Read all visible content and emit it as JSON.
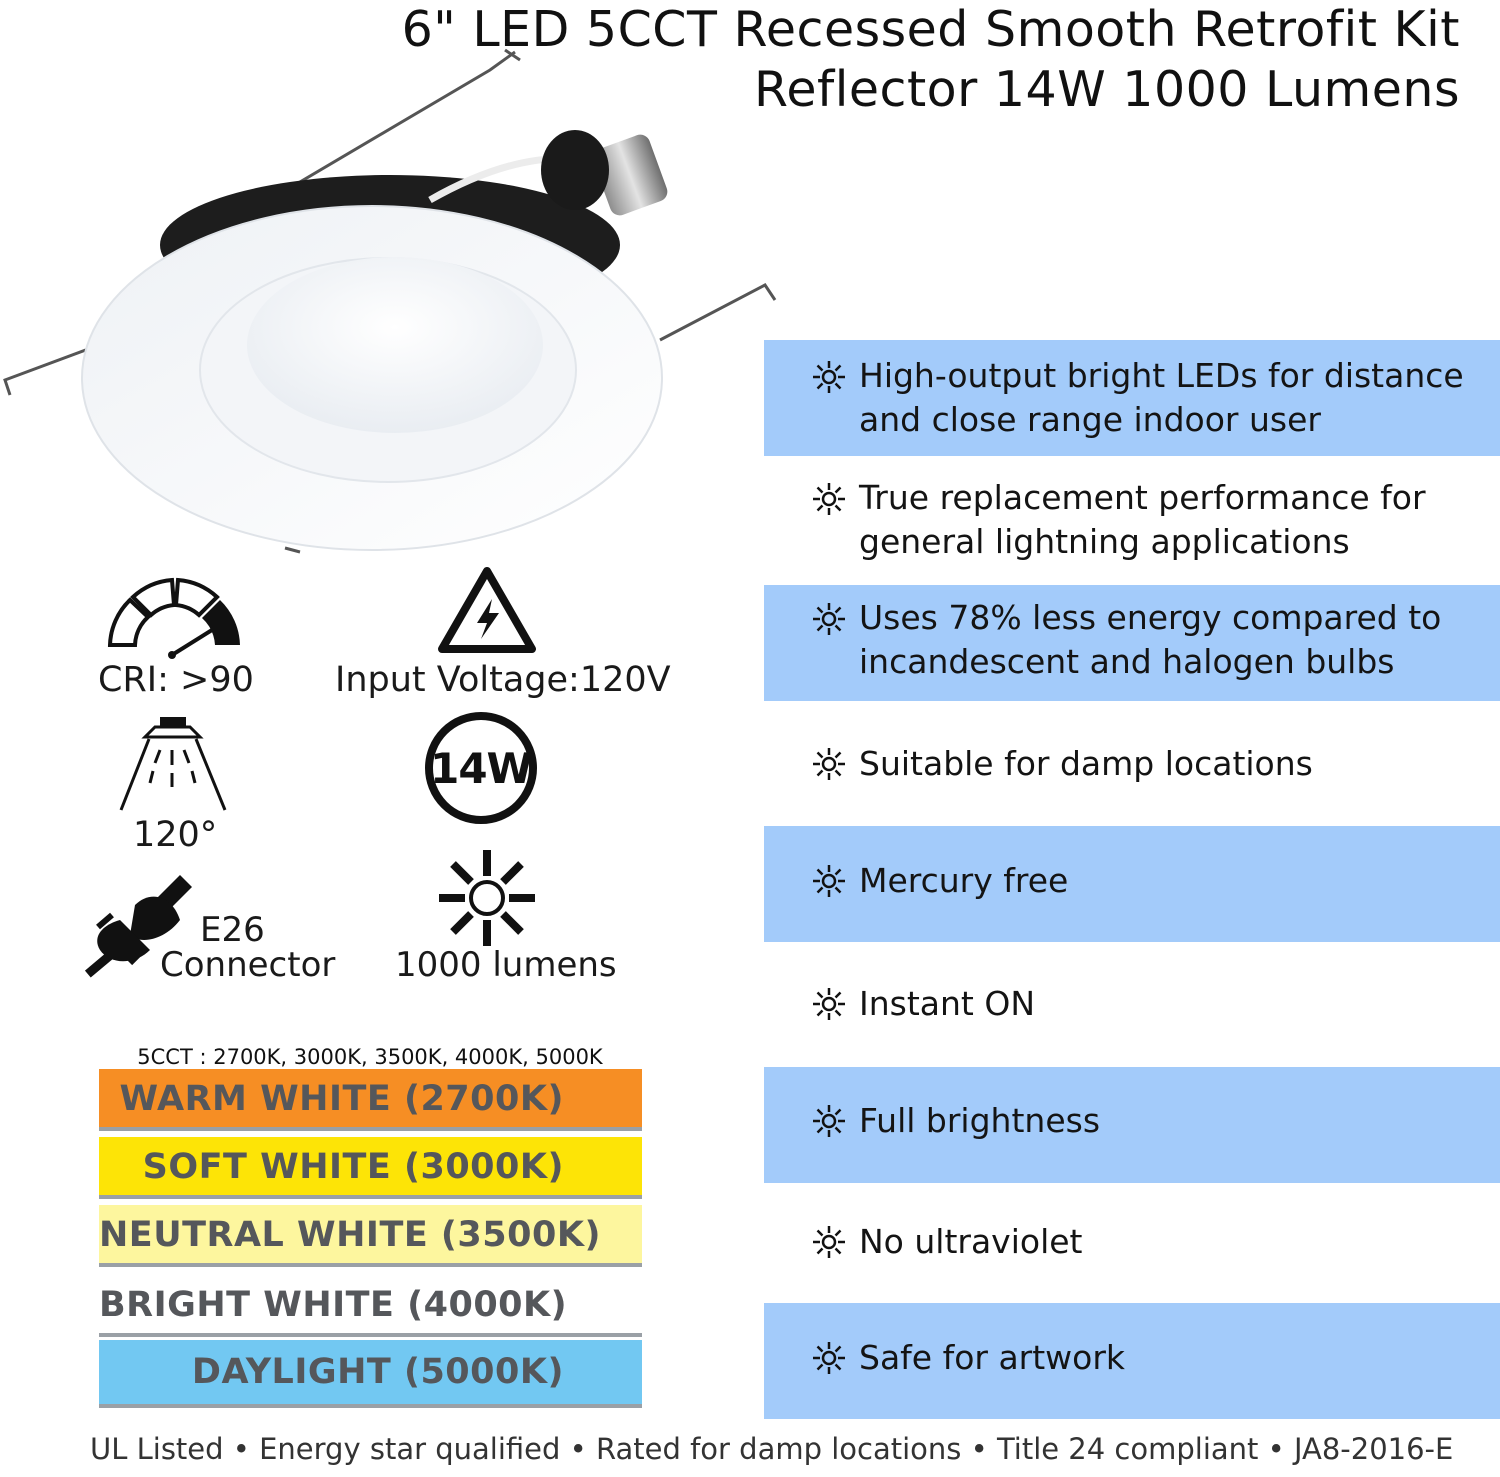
{
  "title": {
    "line1": "6\" LED 5CCT Recessed Smooth Retrofit Kit",
    "line2": "Reflector 14W 1000 Lumens"
  },
  "colors": {
    "feature_band": "#a3cbfa",
    "warm_white": "#f68e24",
    "soft_white": "#fde406",
    "neutral_white": "#fdf69e",
    "bright_white": "#ffffff",
    "daylight": "#72c8f2"
  },
  "specs": {
    "cri": "CRI: >90",
    "input_voltage": "Input Voltage:120V",
    "wattage_badge": "14W",
    "beam_angle": "120°",
    "connector_line1": "E26",
    "connector_line2": "Connector",
    "lumens": "1000 lumens"
  },
  "features": [
    "High-output bright LEDs for distance and close range indoor user",
    "True replacement performance for general lightning applications",
    "Uses 78% less energy compared to incandescent and halogen bulbs",
    "Suitable for damp locations",
    "Mercury free",
    "Instant ON",
    "Full brightness",
    "No ultraviolet",
    "Safe for artwork"
  ],
  "cct": {
    "caption": "5CCT : 2700K, 3000K, 3500K, 4000K, 5000K",
    "options": [
      "WARM WHITE (2700K)",
      "SOFT WHITE (3000K)",
      "NEUTRAL WHITE (3500K)",
      "BRIGHT WHITE (4000K)",
      "DAYLIGHT (5000K)"
    ]
  },
  "footer": "UL Listed • Energy star qualified • Rated for damp locations • Title 24 compliant • JA8-2016-E"
}
